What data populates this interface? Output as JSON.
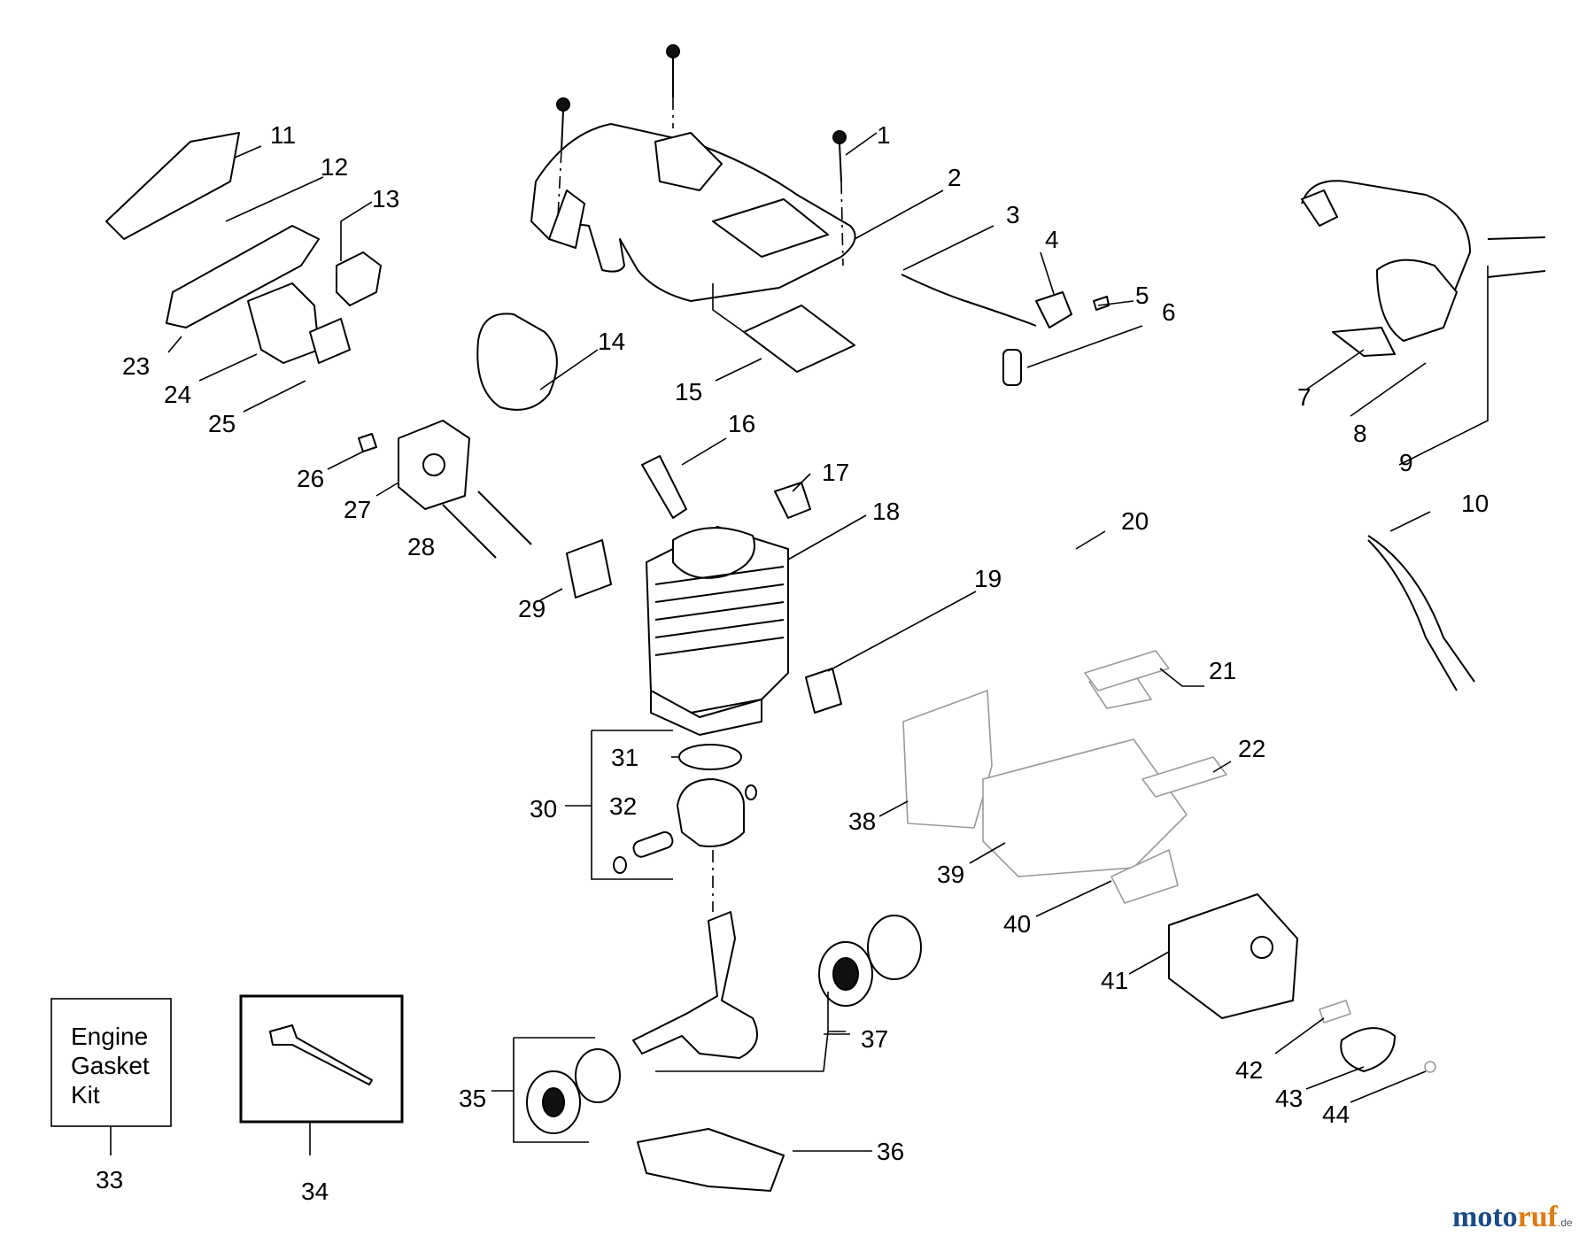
{
  "callouts": {
    "1": "1",
    "2": "2",
    "3": "3",
    "4": "4",
    "5": "5",
    "6": "6",
    "7": "7",
    "8": "8",
    "9": "9",
    "10": "10",
    "11": "11",
    "12": "12",
    "13": "13",
    "14": "14",
    "15": "15",
    "16": "16",
    "17": "17",
    "18": "18",
    "19": "19",
    "20": "20",
    "21": "21",
    "22": "22",
    "23": "23",
    "24": "24",
    "25": "25",
    "26": "26",
    "27": "27",
    "28": "28",
    "29": "29",
    "30": "30",
    "31": "31",
    "32": "32",
    "33": "33",
    "34": "34",
    "35": "35",
    "36": "36",
    "37": "37",
    "38": "38",
    "39": "39",
    "40": "40",
    "41": "41",
    "42": "42",
    "43": "43",
    "44": "44"
  },
  "kit_box": {
    "line1": "Engine",
    "line2": "Gasket",
    "line3": "Kit"
  },
  "watermark": {
    "part1": "moto",
    "part2": "ruf",
    "suffix": ".de",
    "color1": "#1a4c8b",
    "color2": "#e07b10"
  }
}
